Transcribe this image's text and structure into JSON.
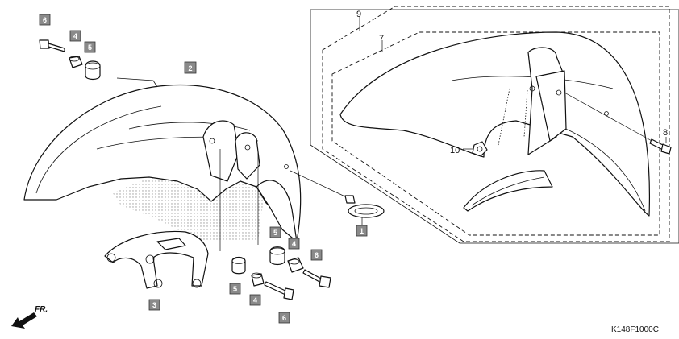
{
  "diagram": {
    "callouts": {
      "c1": "1",
      "c2": "2",
      "c3": "3",
      "c4a": "4",
      "c4b": "4",
      "c4c": "4",
      "c5a": "5",
      "c5b": "5",
      "c5c": "5",
      "c6a": "6",
      "c6b": "6",
      "c6c": "6",
      "c7": "7",
      "c8": "8",
      "c9": "9",
      "c10": "10"
    },
    "direction_label": "FR.",
    "figure_code": "K148F1000C"
  }
}
